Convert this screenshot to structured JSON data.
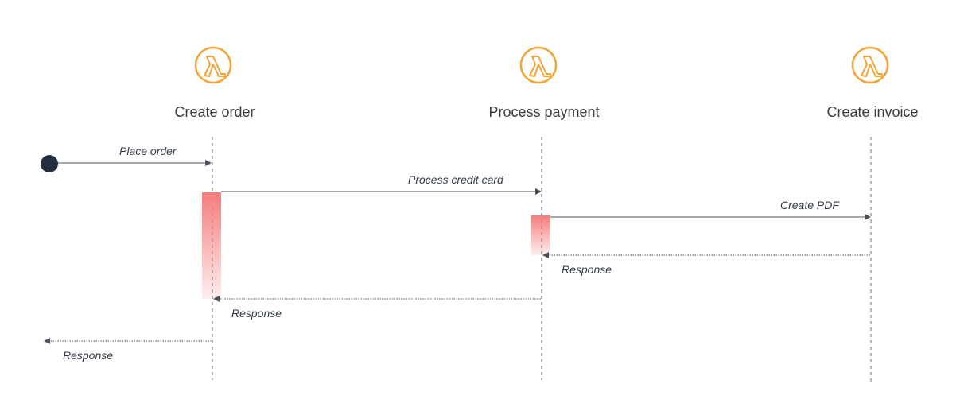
{
  "participants": [
    {
      "id": "create-order",
      "label": "Create order",
      "icon": "lambda-icon"
    },
    {
      "id": "process-payment",
      "label": "Process payment",
      "icon": "lambda-icon"
    },
    {
      "id": "create-invoice",
      "label": "Create invoice",
      "icon": "lambda-icon"
    }
  ],
  "messages": [
    {
      "id": "place-order",
      "label": "Place order",
      "from": "start",
      "to": "create-order",
      "type": "call"
    },
    {
      "id": "process-credit-card",
      "label": "Process credit card",
      "from": "create-order",
      "to": "process-payment",
      "type": "call"
    },
    {
      "id": "create-pdf",
      "label": "Create PDF",
      "from": "process-payment",
      "to": "create-invoice",
      "type": "call"
    },
    {
      "id": "response-invoice",
      "label": "Response",
      "from": "create-invoice",
      "to": "process-payment",
      "type": "return"
    },
    {
      "id": "response-payment",
      "label": "Response",
      "from": "process-payment",
      "to": "create-order",
      "type": "return"
    },
    {
      "id": "response-order",
      "label": "Response",
      "from": "create-order",
      "to": "caller",
      "type": "return"
    }
  ],
  "colors": {
    "icon": "#f2a63a",
    "activation": "#f47c7c",
    "line": "#4a4f5a",
    "start_node": "#232f3e",
    "text": "#3c3c3c"
  }
}
